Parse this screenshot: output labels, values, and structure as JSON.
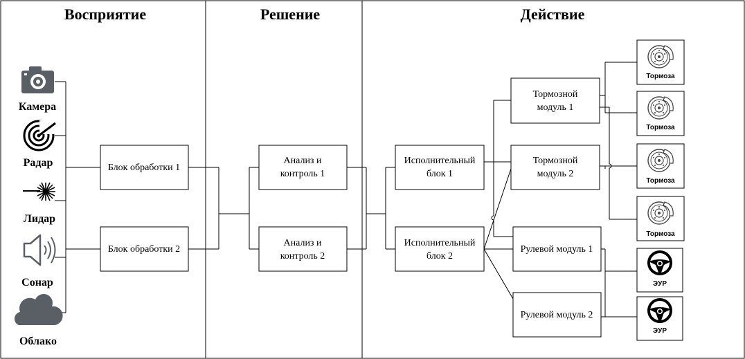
{
  "sections": [
    {
      "title": "Восприятие"
    },
    {
      "title": "Решение"
    },
    {
      "title": "Действие"
    }
  ],
  "sensors": [
    {
      "label": "Камера",
      "icon": "camera-icon"
    },
    {
      "label": "Радар",
      "icon": "radar-icon"
    },
    {
      "label": "Лидар",
      "icon": "lidar-icon"
    },
    {
      "label": "Сонар",
      "icon": "sonar-icon"
    },
    {
      "label": "Облако",
      "icon": "cloud-icon"
    }
  ],
  "processing": [
    {
      "label": "Блок обработки 1"
    },
    {
      "label": "Блок обработки 2"
    }
  ],
  "analysis": [
    {
      "line1": "Анализ и",
      "line2": "контроль 1"
    },
    {
      "line1": "Анализ и",
      "line2": "контроль 2"
    }
  ],
  "executive": [
    {
      "line1": "Исполнительный",
      "line2": "блок 1"
    },
    {
      "line1": "Исполнительный",
      "line2": "блок 2"
    }
  ],
  "brake_modules": [
    {
      "line1": "Тормозной",
      "line2": "модуль 1"
    },
    {
      "line1": "Тормозной",
      "line2": "модуль 2"
    }
  ],
  "steering_modules": [
    {
      "label": "Рулевой модуль 1"
    },
    {
      "label": "Рулевой модуль 2"
    }
  ],
  "actuators": [
    {
      "label": "Тормоза",
      "icon": "brake-disc-icon"
    },
    {
      "label": "Тормоза",
      "icon": "brake-disc-icon"
    },
    {
      "label": "Тормоза",
      "icon": "brake-disc-icon"
    },
    {
      "label": "Тормоза",
      "icon": "brake-disc-icon"
    },
    {
      "label": "ЭУР",
      "icon": "steering-wheel-icon"
    },
    {
      "label": "ЭУР",
      "icon": "steering-wheel-icon"
    }
  ],
  "colors": {
    "icon_gray": "#5a5f66",
    "line": "#000000",
    "background": "#ffffff"
  }
}
